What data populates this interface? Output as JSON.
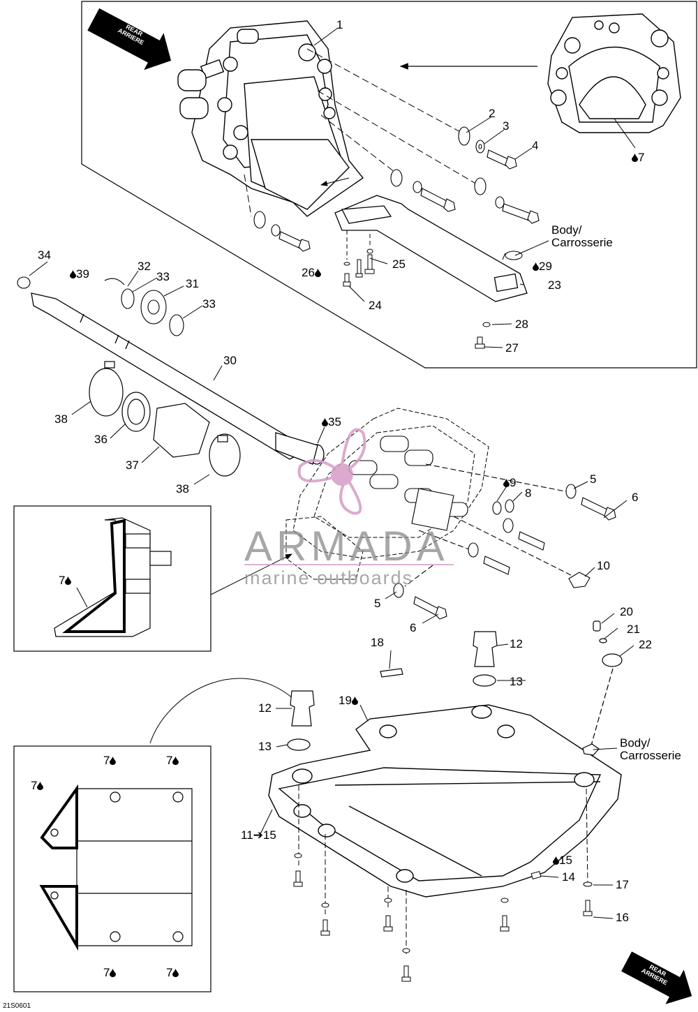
{
  "drawing_code": "21S0601",
  "watermark": {
    "brand": "ARMADA",
    "tagline": "marine outboards"
  },
  "direction_arrows": {
    "line1": "REAR",
    "line2": "ARRIERE"
  },
  "labels": {
    "p1": "1",
    "p2": "2",
    "p3": "3",
    "p4": "4",
    "p5a": "5",
    "p5b": "5",
    "p6a": "6",
    "p6b": "6",
    "p7": "7",
    "p8": "8",
    "p9": "9",
    "p10": "10",
    "p11": "11",
    "p11to": "15",
    "p12a": "12",
    "p12b": "12",
    "p13a": "13",
    "p13b": "13",
    "p14": "14",
    "p15": "15",
    "p16": "16",
    "p17": "17",
    "p18": "18",
    "p19": "19",
    "p20": "20",
    "p21": "21",
    "p22": "22",
    "p23": "23",
    "p24": "24",
    "p25": "25",
    "p26": "26",
    "p27": "27",
    "p28": "28",
    "p29": "29",
    "p30": "30",
    "p31": "31",
    "p32": "32",
    "p33a": "33",
    "p33b": "33",
    "p34": "34",
    "p35": "35",
    "p36": "36",
    "p37": "37",
    "p38a": "38",
    "p38b": "38",
    "p39": "39",
    "i7a": "7",
    "i7b": "7",
    "i7c": "7",
    "i7d": "7",
    "i7e": "7",
    "i7f": "7"
  },
  "body_label_top": {
    "line1": "Body/",
    "line2": "Carrosserie"
  },
  "body_label_bottom": {
    "line1": "Body/",
    "line2": "Carrosserie"
  },
  "icons": {
    "sealant": "sealant-drop-icon",
    "arrow": "direction-arrow-icon"
  }
}
